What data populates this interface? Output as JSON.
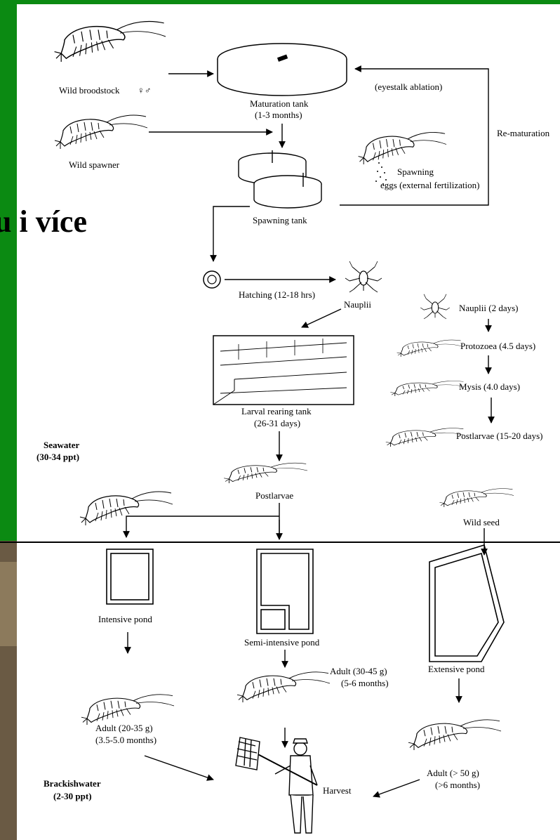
{
  "slide": {
    "background_colors": {
      "green": "#0b8a12",
      "dark_green": "#064f0a",
      "photo": "#6a5a44"
    },
    "partial_heading": "u i více"
  },
  "diagram": {
    "sections": {
      "seawater": {
        "name": "Seawater",
        "salinity": "(30-34 ppt)"
      },
      "brackish": {
        "name": "Brackishwater",
        "salinity": "(2-30 ppt)"
      }
    },
    "nodes": {
      "wild_broodstock": {
        "label": "Wild broodstock",
        "symbols": "♀♂",
        "icon": "shrimp-icon"
      },
      "wild_spawner": {
        "label": "Wild spawner",
        "icon": "shrimp-icon"
      },
      "maturation_tank": {
        "label": "Maturation tank",
        "duration": "(1-3 months)"
      },
      "eyestalk": {
        "label": "(eyestalk ablation)"
      },
      "rematuration": {
        "label": "Re-maturation"
      },
      "spawning": {
        "label": "Spawning",
        "detail": "eggs (external fertilization)"
      },
      "spawning_tank": {
        "label": "Spawning tank"
      },
      "hatching": {
        "label": "Hatching (12-18 hrs)",
        "icon": "egg-icon"
      },
      "nauplii": {
        "label": "Nauplii",
        "icon": "nauplius-icon"
      },
      "larval_tank": {
        "label": "Larval rearing tank",
        "duration": "(26-31 days)"
      },
      "postlarvae": {
        "label": "Postlarvae"
      },
      "wild_seed": {
        "label": "Wild seed"
      },
      "intensive_pond": {
        "label": "Intensive pond"
      },
      "semi_pond": {
        "label": "Semi-intensive pond"
      },
      "extensive_pond": {
        "label": "Extensive pond"
      },
      "adult_intensive": {
        "label": "Adult (20-35 g)",
        "duration": "(3.5-5.0 months)"
      },
      "adult_semi": {
        "label": "Adult (30-45 g)",
        "duration": "(5-6 months)"
      },
      "adult_extensive": {
        "label": "Adult (> 50 g)",
        "duration": "(>6 months)"
      },
      "harvest": {
        "label": "Harvest",
        "icon": "fisherman-icon"
      }
    },
    "larval_stages": [
      {
        "label": "Nauplii (2 days)"
      },
      {
        "label": "Protozoea (4.5 days)"
      },
      {
        "label": "Mysis (4.0 days)"
      },
      {
        "label": "Postlarvae (15-20 days)"
      }
    ]
  }
}
